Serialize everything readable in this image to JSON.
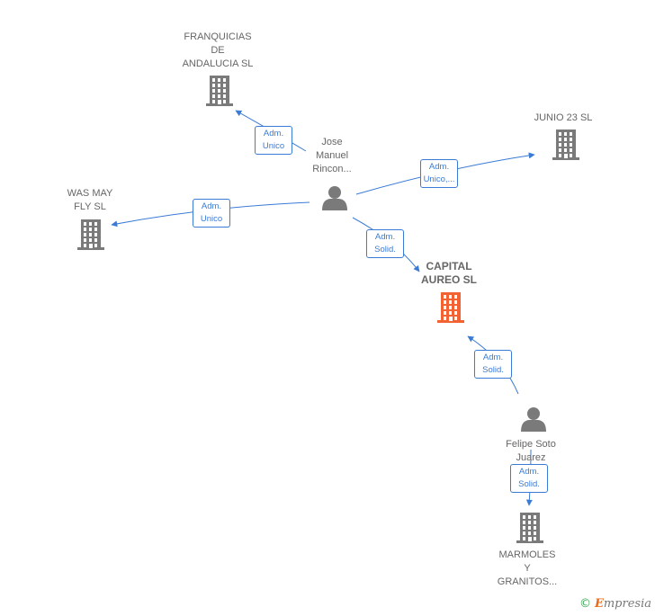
{
  "nodes": [
    {
      "id": "franquicias",
      "type": "company",
      "label": "FRANQUICIAS\nDE\nANDALUCIA  SL",
      "color": "#7a7a7a"
    },
    {
      "id": "junio23",
      "type": "company",
      "label": "JUNIO 23 SL",
      "color": "#7a7a7a"
    },
    {
      "id": "jose",
      "type": "person",
      "label": "Jose\nManuel\nRincon...",
      "color": "#7a7a7a"
    },
    {
      "id": "wasmay",
      "type": "company",
      "label": "WAS MAY\nFLY  SL",
      "color": "#7a7a7a"
    },
    {
      "id": "capital",
      "type": "company",
      "label": "CAPITAL\nAUREO  SL",
      "color": "#f26232",
      "focus": true
    },
    {
      "id": "felipe",
      "type": "person",
      "label": "Felipe Soto\nJuarez",
      "color": "#7a7a7a"
    },
    {
      "id": "marmoles",
      "type": "company",
      "label": "MARMOLES\nY\nGRANITOS...",
      "color": "#7a7a7a"
    }
  ],
  "edges": [
    {
      "from": "jose",
      "to": "franquicias",
      "label": "Adm.\nUnico"
    },
    {
      "from": "jose",
      "to": "junio23",
      "label": "Adm.\nUnico,..."
    },
    {
      "from": "jose",
      "to": "wasmay",
      "label": "Adm.\nUnico"
    },
    {
      "from": "jose",
      "to": "capital",
      "label": "Adm.\nSolid."
    },
    {
      "from": "felipe",
      "to": "capital",
      "label": "Adm.\nSolid."
    },
    {
      "from": "felipe",
      "to": "marmoles",
      "label": "Adm.\nSolid."
    }
  ],
  "colors": {
    "edge": "#3a7bd5",
    "node": "#7a7a7a",
    "focus": "#f26232"
  },
  "footer": {
    "copyright": "©",
    "brand_first": "E",
    "brand_rest": "mpresia"
  }
}
